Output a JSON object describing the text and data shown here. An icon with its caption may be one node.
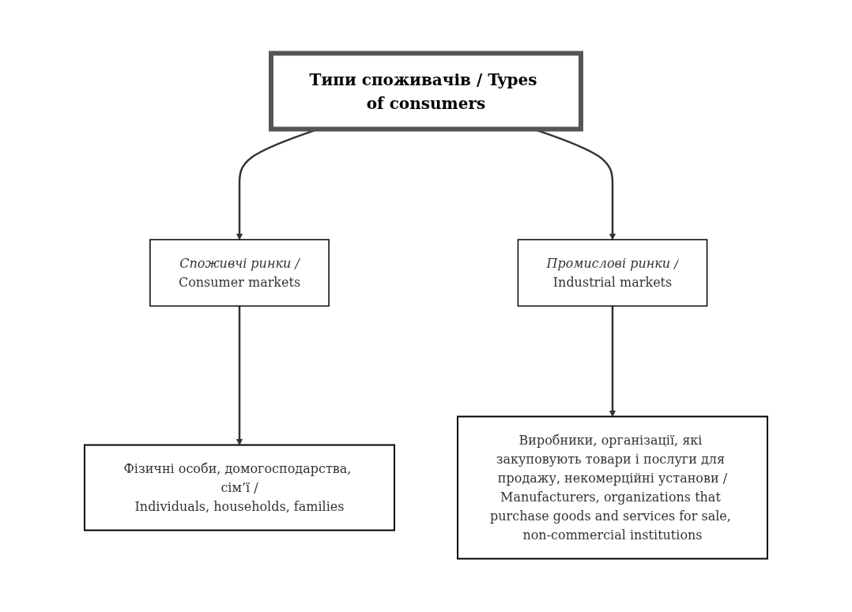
{
  "diagram": {
    "nodes": [
      {
        "text": [
          "Типи споживачів / Types of consumers"
        ]
      },
      {
        "text": [
          "Споживчі ринки /",
          "Consumer markets"
        ]
      },
      {
        "text": [
          "Промислові ринки /",
          "Industrial markets"
        ]
      },
      {
        "text": [
          "Фізичні особи, домогосподарства, сім’ї /",
          "Individuals, households, families"
        ]
      },
      {
        "text": [
          "Виробники, організації, які закуповують товари і послуги для продажу, некомерційні установи /",
          "Manufacturers, organizations that purchase goods and services for sale, non-commercial institutions"
        ]
      }
    ],
    "edges": [
      {
        "from": 0,
        "to": 1,
        "arrow": "to"
      },
      {
        "from": 0,
        "to": 2,
        "arrow": "to"
      },
      {
        "from": 1,
        "to": 3,
        "arrow": "to"
      },
      {
        "from": 2,
        "to": 4,
        "arrow": "to"
      }
    ]
  }
}
